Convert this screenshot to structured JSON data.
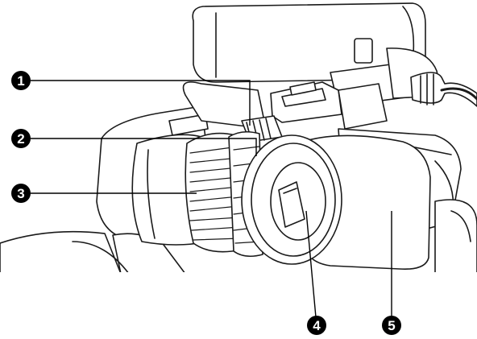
{
  "callouts": [
    {
      "id": "1",
      "label": "1"
    },
    {
      "id": "2",
      "label": "2"
    },
    {
      "id": "3",
      "label": "3"
    },
    {
      "id": "4",
      "label": "4"
    },
    {
      "id": "5",
      "label": "5"
    }
  ],
  "colors": {
    "stroke": "#1a1a1a",
    "fill": "#ffffff",
    "marker": "#000000"
  }
}
